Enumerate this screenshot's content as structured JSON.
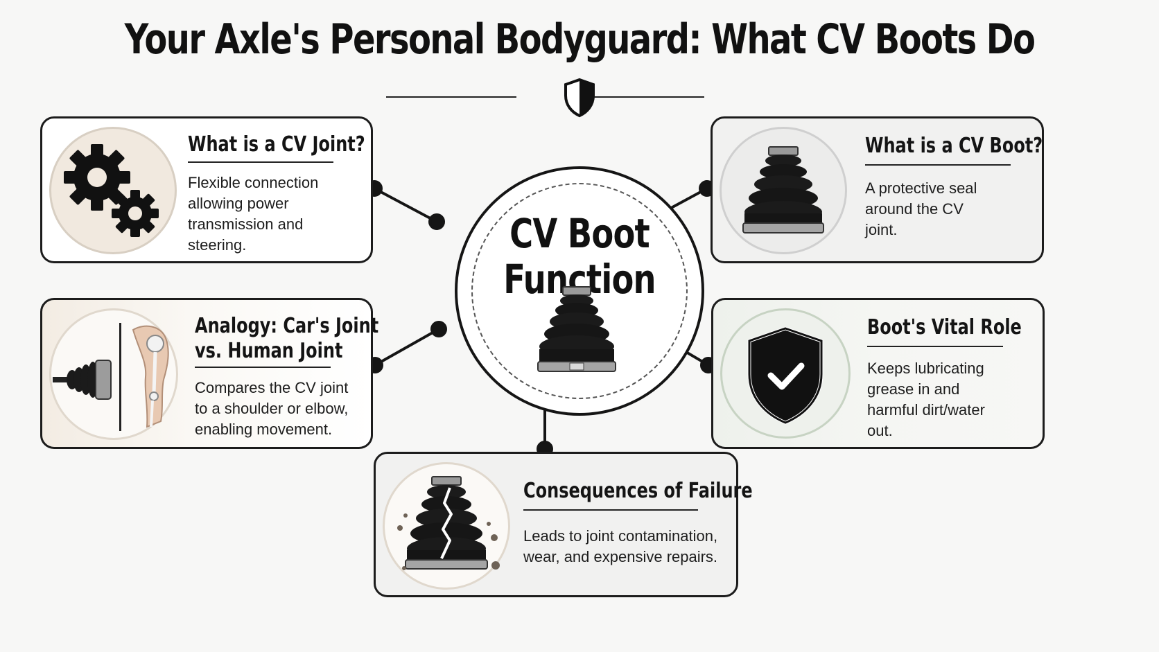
{
  "header": {
    "title": "Your Axle's Personal Bodyguard: What CV Boots Do"
  },
  "hub": {
    "title_line1": "CV Boot",
    "title_line2": "Function"
  },
  "cards": {
    "cv_joint": {
      "title": "What is a CV Joint?",
      "body": "Flexible connection allowing power transmission and steering.",
      "icon": "gears-icon"
    },
    "cv_boot": {
      "title": "What is a CV Boot?",
      "body": "A protective seal around the CV joint.",
      "icon": "cv-boot-icon"
    },
    "analogy": {
      "title_line1": "Analogy: Car's Joint",
      "title_line2": "vs. Human Joint",
      "body": "Compares the CV joint to a shoulder or elbow, enabling movement.",
      "icon": "axle-and-arm-icon"
    },
    "vital_role": {
      "title": "Boot's Vital Role",
      "body": "Keeps lubricating grease in and harmful dirt/water out.",
      "icon": "shield-check-icon"
    },
    "failure": {
      "title": "Consequences of Failure",
      "body": "Leads to joint contamination, wear, and expensive repairs.",
      "icon": "cracked-boot-icon"
    }
  },
  "colors": {
    "ink": "#1a1a1a",
    "warm_tint": "#f1e9df",
    "sage_tint": "#eef1ec",
    "gray_tint": "#ececeb"
  }
}
